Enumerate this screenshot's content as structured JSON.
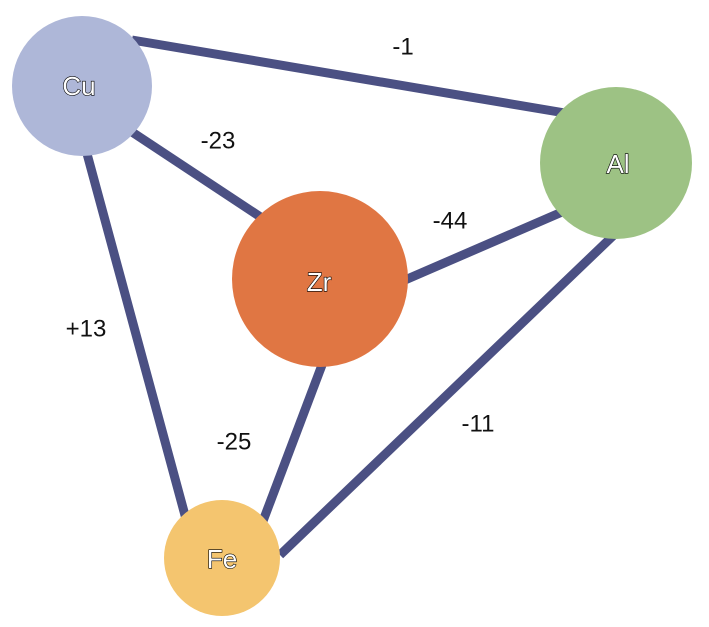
{
  "nodes": {
    "cu": {
      "label": "Cu",
      "color": "#aeb7d8"
    },
    "al": {
      "label": "Al",
      "color": "#9dc284"
    },
    "zr": {
      "label": "Zr",
      "color": "#e07643"
    },
    "fe": {
      "label": "Fe",
      "color": "#f4c56f"
    }
  },
  "edges": {
    "cu_al": "-1",
    "cu_zr": "-23",
    "zr_al": "-44",
    "cu_fe": "+13",
    "zr_fe": "-25",
    "al_fe": "-11"
  },
  "edge_color": "#4b5083"
}
